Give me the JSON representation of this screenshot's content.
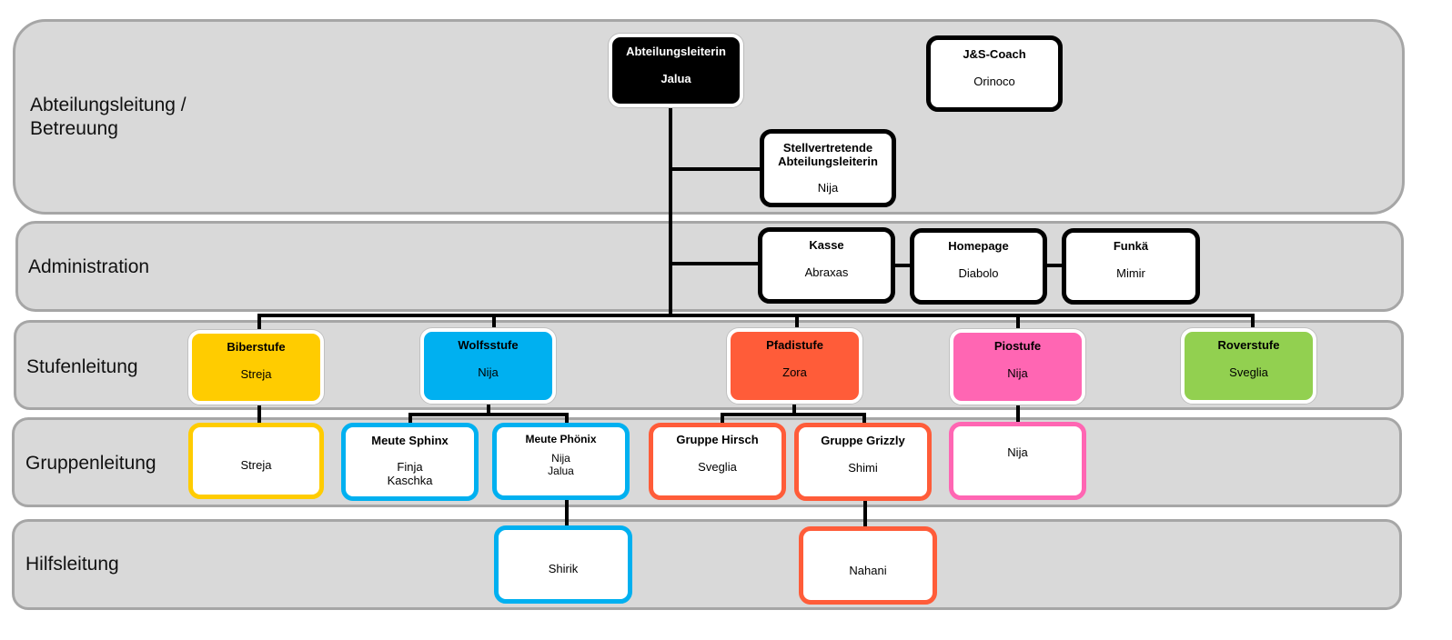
{
  "bands": {
    "leitung": "Abteilungsleitung /\nBetreuung",
    "admin": "Administration",
    "stufen": "Stufenleitung",
    "gruppen": "Gruppenleitung",
    "hilfs": "Hilfsleitung"
  },
  "leitung": {
    "head": {
      "title": "Abteilungsleiterin",
      "person": "Jalua"
    },
    "coach": {
      "title": "J&S-Coach",
      "person": "Orinoco"
    },
    "deputy": {
      "title": "Stellvertretende\nAbteilungsleiterin",
      "person": "Nija"
    }
  },
  "admin": {
    "kasse": {
      "title": "Kasse",
      "person": "Abraxas"
    },
    "homepage": {
      "title": "Homepage",
      "person": "Diabolo"
    },
    "funk": {
      "title": "Funkä",
      "person": "Mimir"
    }
  },
  "stufen": {
    "biber": {
      "title": "Biberstufe",
      "person": "Streja",
      "color": "#ffcc00"
    },
    "wolf": {
      "title": "Wolfsstufe",
      "person": "Nija",
      "color": "#00b0f0"
    },
    "pfadi": {
      "title": "Pfadistufe",
      "person": "Zora",
      "color": "#ff5c39"
    },
    "pio": {
      "title": "Piostufe",
      "person": "Nija",
      "color": "#ff66b3"
    },
    "rover": {
      "title": "Roverstufe",
      "person": "Sveglia",
      "color": "#92d050"
    }
  },
  "gruppen": {
    "biber": {
      "person": "Streja"
    },
    "sphinx": {
      "title": "Meute Sphinx",
      "person": "Finja\nKaschka"
    },
    "phoenix": {
      "title": "Meute Phönix",
      "person": "Nija\nJalua"
    },
    "hirsch": {
      "title": "Gruppe Hirsch",
      "person": "Sveglia"
    },
    "grizzly": {
      "title": "Gruppe Grizzly",
      "person": "Shimi"
    },
    "pio": {
      "person": "Nija"
    }
  },
  "hilfs": {
    "wolf": {
      "person": "Shirik"
    },
    "pfadi": {
      "person": "Nahani"
    }
  }
}
